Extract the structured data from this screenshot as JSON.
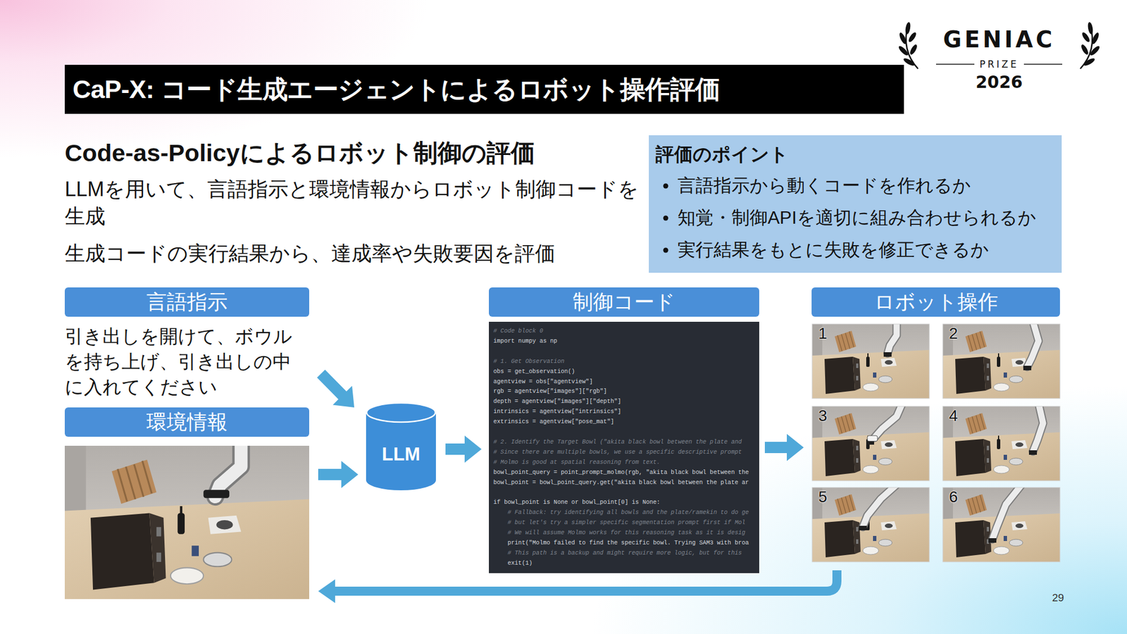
{
  "diagram": {
    "title": "CaP-X: コード生成エージェントによるロボット操作評価",
    "nodes": [
      {
        "text": [
          "評価のポイント",
          "言語指示から動くコードを作れるか",
          "知覚・制御APIを適切に組み合わせられるか",
          "実行結果をもとに失敗を修正できるか"
        ]
      },
      {
        "text": [
          "言語指示",
          "引き出しを開けて、ボウルを持ち上げ、引き出しの中に入れてください"
        ]
      },
      {
        "text": [
          "環境情報"
        ]
      },
      {
        "text": [
          "LLM"
        ]
      },
      {
        "text": [
          "制御コード",
          "# Code block 0",
          "import numpy as np",
          "# 1. Get Observation",
          "obs = get_observation()",
          "agentview = obs[\"agentview\"]",
          "rgb = agentview[\"images\"][\"rgb\"]",
          "depth = agentview[\"images\"][\"depth\"]",
          "intrinsics = agentview[\"intrinsics\"]",
          "extrinsics = agentview[\"pose_mat\"]",
          "# 2. Identify the Target Bowl (\"akita black bowl between the plate and",
          "# Since there are multiple bowls, we use a specific descriptive prompt",
          "# Molmo is good at spatial reasoning from text.",
          "bowl_point_query = point_prompt_molmo(rgb, \"akita black bowl between the",
          "bowl_point = bowl_point_query.get(\"akita black bowl between the plate ar",
          "if bowl_point is None or bowl_point[0] is None:",
          "    # Fallback: try identifying all bowls and the plate/ramekin to do ge",
          "    # but let's try a simpler specific segmentation prompt first if Mol",
          "    # We will assume Molmo works for this reasoning task as it is desig",
          "    print(\"Molmo failed to find the specific bowl. Trying SAM3 with broa",
          "    # This path is a backup and might require more logic, but for this",
          "    exit(1)"
        ]
      },
      {
        "text": [
          "ロボット操作"
        ]
      }
    ],
    "edges": [
      {
        "from": 1,
        "to": 3,
        "arrow": "to"
      },
      {
        "from": 2,
        "to": 3,
        "arrow": "to"
      },
      {
        "from": 3,
        "to": 4,
        "arrow": "to"
      },
      {
        "from": 4,
        "to": 5,
        "arrow": "to"
      },
      {
        "from": 5,
        "to": 2,
        "arrow": "to"
      }
    ],
    "labels": [
      "GENIAC",
      "PRIZE",
      "2026",
      "Code-as-Policyによるロボット制御の評価",
      "LLMを用いて、言語指示と環境情報からロボット制御コードを生成",
      "生成コードの実行結果から、達成率や失敗要因を評価",
      "1",
      "2",
      "3",
      "4",
      "5",
      "6",
      "29"
    ]
  }
}
